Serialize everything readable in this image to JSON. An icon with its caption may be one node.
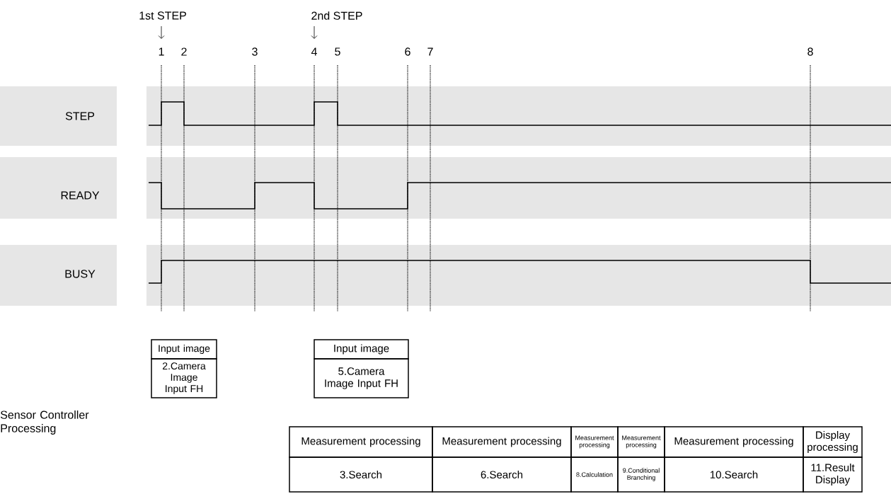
{
  "diagram": {
    "nodes": [
      {
        "text": [
          "Input image"
        ]
      },
      {
        "text": [
          "2.Camera Image Input FH"
        ]
      },
      {
        "text": [
          "Input image"
        ]
      },
      {
        "text": [
          "5.Camera Image Input FH"
        ]
      },
      {
        "text": [
          "Measurement processing"
        ]
      },
      {
        "text": [
          "Measurement processing"
        ]
      },
      {
        "text": [
          "Measurement processing"
        ]
      },
      {
        "text": [
          "Measurement processing"
        ]
      },
      {
        "text": [
          "Measurement processing"
        ]
      },
      {
        "text": [
          "Display processing"
        ]
      },
      {
        "text": [
          "3.Search"
        ]
      },
      {
        "text": [
          "6.Search"
        ]
      },
      {
        "text": [
          "8.Calculation"
        ]
      },
      {
        "text": [
          "9.Conditional Branching"
        ]
      },
      {
        "text": [
          "10.Search"
        ]
      },
      {
        "text": [
          "11.Result Display"
        ]
      }
    ],
    "labels": [
      "1st STEP",
      "2nd STEP",
      "1",
      "2",
      "3",
      "4",
      "5",
      "6",
      "7",
      "8",
      "STEP",
      "READY",
      "BUSY",
      "Sensor Controller Processing"
    ]
  }
}
